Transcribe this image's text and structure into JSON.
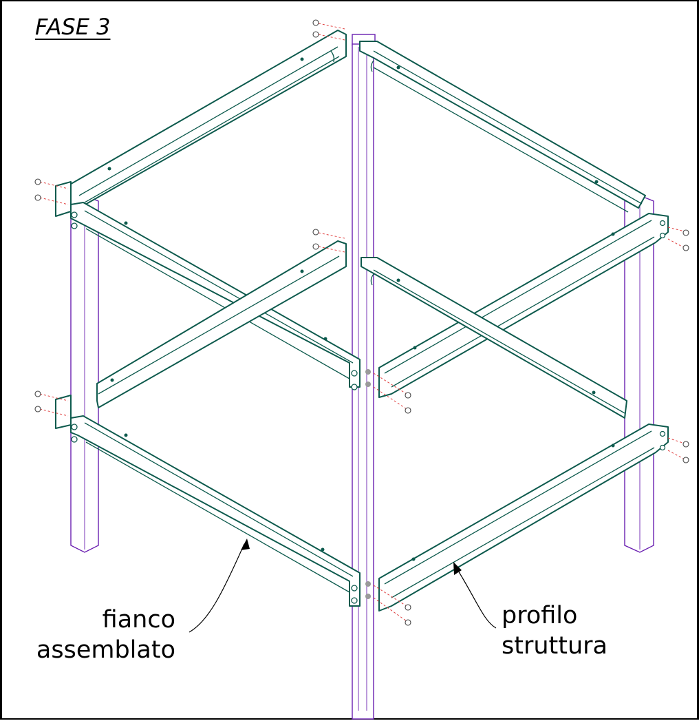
{
  "title": "FASE 3",
  "labels": {
    "side_assembly": [
      "fianco",
      "assemblato"
    ],
    "structure_profile": [
      "profilo",
      "struttura"
    ]
  },
  "colors": {
    "rails": "#0d5a4d",
    "legs": "#6a1fb0",
    "screw_axis": "#e04040",
    "text": "#000000"
  }
}
